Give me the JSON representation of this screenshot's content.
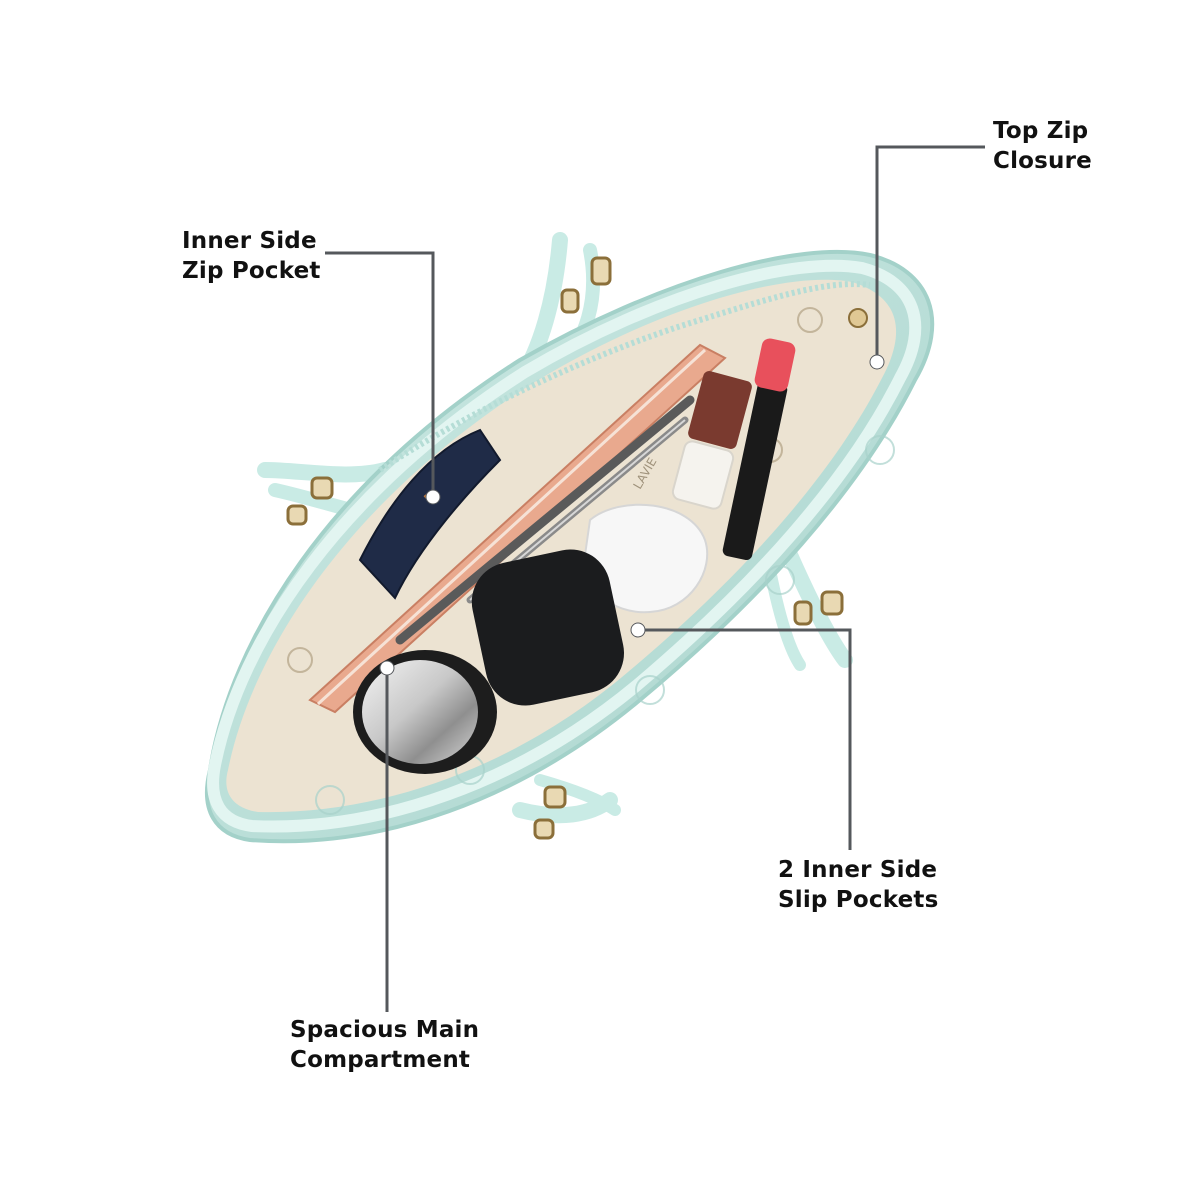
{
  "callouts": {
    "inner_side_zip_pocket": {
      "line1": "Inner Side",
      "line2": "Zip Pocket"
    },
    "top_zip_closure": {
      "line1": "Top Zip",
      "line2": "Closure"
    },
    "slip_pockets": {
      "line1": "2 Inner Side",
      "line2": "Slip Pockets"
    },
    "main_compartment": {
      "line1": "Spacious Main",
      "line2": "Compartment"
    }
  },
  "brand": {
    "lining_text": "LAVIE"
  },
  "colors": {
    "bag_body": "#bfe3dd",
    "bag_trim": "#d6f0eb",
    "lining": "#ece3d2",
    "callout_line": "#55585c",
    "label_text": "#111111"
  }
}
